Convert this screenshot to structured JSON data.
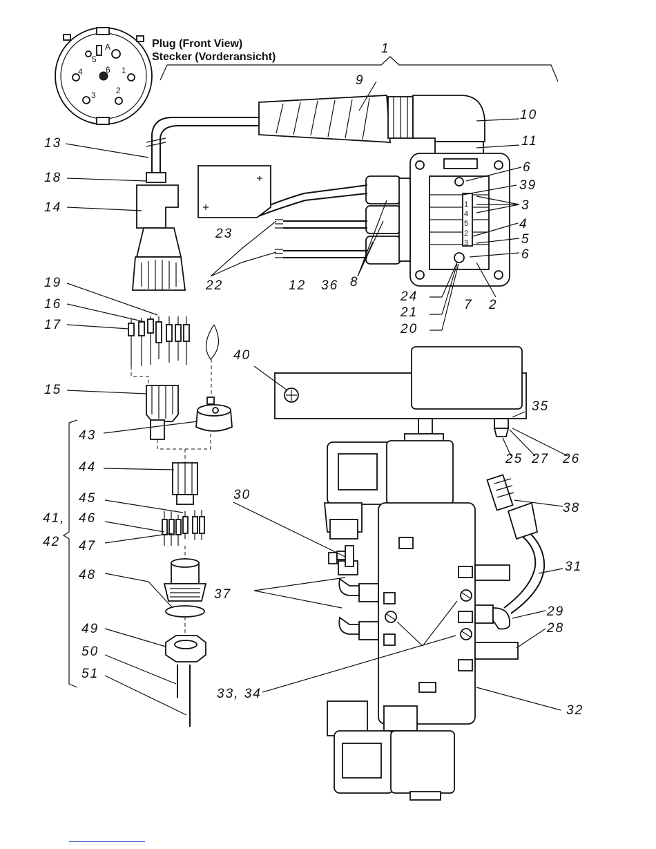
{
  "header": {
    "title_en": "Plug (Front View)",
    "title_de": "Stecker (Vorderansicht)"
  },
  "plug_pins": [
    "5",
    "A",
    "4",
    "6",
    "1",
    "3",
    "2"
  ],
  "callouts": {
    "c1": "1",
    "c2": "2",
    "c3": "3",
    "c4": "4",
    "c5": "5",
    "c6a": "6",
    "c6b": "6",
    "c7": "7",
    "c8": "8",
    "c9": "9",
    "c10": "10",
    "c11": "11",
    "c12": "12",
    "c13": "13",
    "c14": "14",
    "c15": "15",
    "c16": "16",
    "c17": "17",
    "c18": "18",
    "c19": "19",
    "c20": "20",
    "c21": "21",
    "c22": "22",
    "c23": "23",
    "c24": "24",
    "c25": "25",
    "c26": "26",
    "c27": "27",
    "c28": "28",
    "c29": "29",
    "c30": "30",
    "c31": "31",
    "c32": "32",
    "c3334": "33, 34",
    "c35": "35",
    "c36": "36",
    "c37": "37",
    "c38": "38",
    "c39": "39",
    "c40": "40",
    "c4142a": "41,",
    "c4142b": "42",
    "c43": "43",
    "c44": "44",
    "c45": "45",
    "c46": "46",
    "c47": "47",
    "c48": "48",
    "c49": "49",
    "c50": "50",
    "c51": "51"
  },
  "terminal_labels": [
    "1",
    "4",
    "5",
    "2",
    "3"
  ]
}
